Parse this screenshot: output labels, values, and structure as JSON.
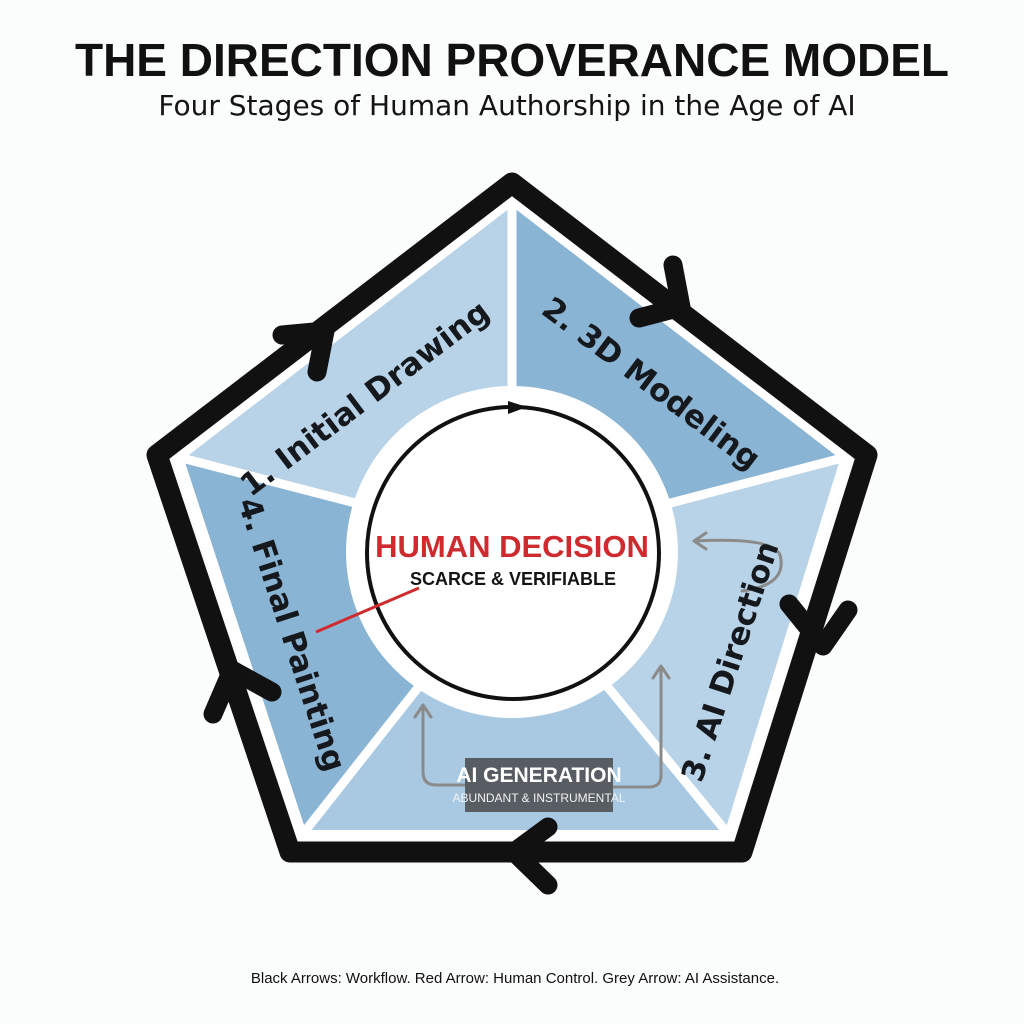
{
  "title": "THE DIRECTION PROVERANCE MODEL",
  "subtitle": "Four Stages of Human Authorship in the Age of AI",
  "stages": [
    {
      "label": "1. Initial Drawing",
      "color": "#b8d3e8"
    },
    {
      "label": "2. 3D Modeling",
      "color": "#8ab4d3"
    },
    {
      "label": "3. AI Direction",
      "color": "#b8d3e8"
    },
    {
      "label": "AI generation region",
      "color": "#a9c9e2"
    },
    {
      "label": "4. Final Painting",
      "color": "#8ab4d3"
    }
  ],
  "center": {
    "title": "HUMAN DECISION",
    "subtitle": "SCARCE & VERIFIABLE"
  },
  "ai_box": {
    "title": "AI GENERATION",
    "subtitle": "ABUNDANT & INSTRUMENTAL"
  },
  "legend": "Black Arrows: Workflow. Red Arrow: Human Control. Grey Arrow: AI Assistance.",
  "colors": {
    "workflow_arrow": "#111111",
    "human_control_arrow": "#cf2a2e",
    "ai_assistance_arrow": "#8a8a8a",
    "ai_box_fill": "#575d63"
  }
}
